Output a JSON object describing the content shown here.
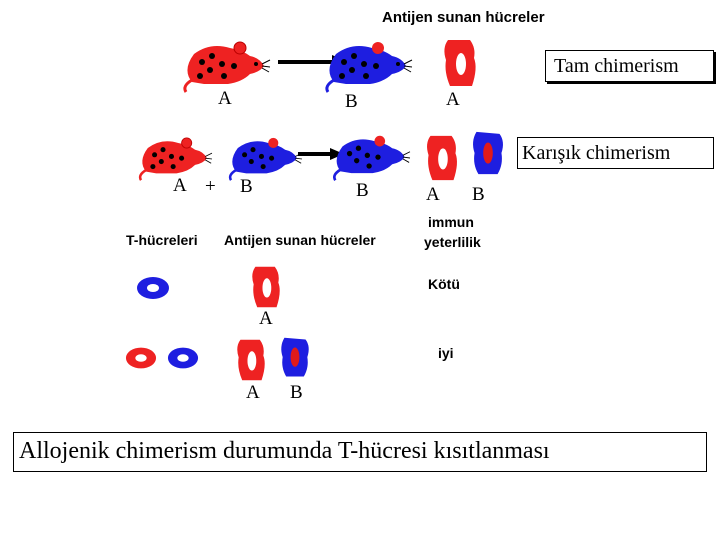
{
  "title": "Antijen sunan hücreler",
  "boxes": {
    "full": "Tam chimerism",
    "mixed": "Karışık chimerism",
    "caption": "Allojenik chimerism durumunda T-hücresi kısıtlanması"
  },
  "row1": {
    "donor": "A",
    "recipient": "B",
    "apc": "A"
  },
  "row2": {
    "donor1": "A",
    "plus": "+",
    "donor2": "B",
    "recipient": "B",
    "apc1": "A",
    "apc2": "B"
  },
  "competence": {
    "line1": "immun",
    "line2": "yeterlilik"
  },
  "headers": {
    "tcells": "T-hücreleri",
    "apc": "Antijen sunan hücreler"
  },
  "case1": {
    "apc": "A",
    "result": "Kötü"
  },
  "case2": {
    "apc1": "A",
    "apc2": "B",
    "result": "iyi"
  },
  "colors": {
    "strainA": "#ee2222",
    "strainB": "#1e1ee0",
    "nucleusB": "#e11a1a"
  }
}
